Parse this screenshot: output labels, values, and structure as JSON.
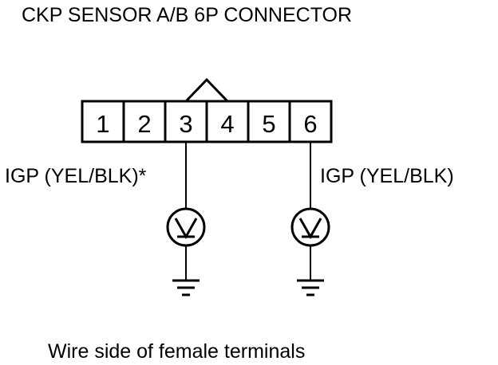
{
  "title": "CKP SENSOR A/B 6P CONNECTOR",
  "connector": {
    "pins": [
      "1",
      "2",
      "3",
      "4",
      "5",
      "6"
    ]
  },
  "probes": [
    {
      "pin": "3",
      "label": "IGP (YEL/BLK)*"
    },
    {
      "pin": "6",
      "label": "IGP (YEL/BLK)"
    }
  ],
  "caption": "Wire side of female terminals",
  "colors": {
    "line": "#000000",
    "background": "#ffffff"
  }
}
